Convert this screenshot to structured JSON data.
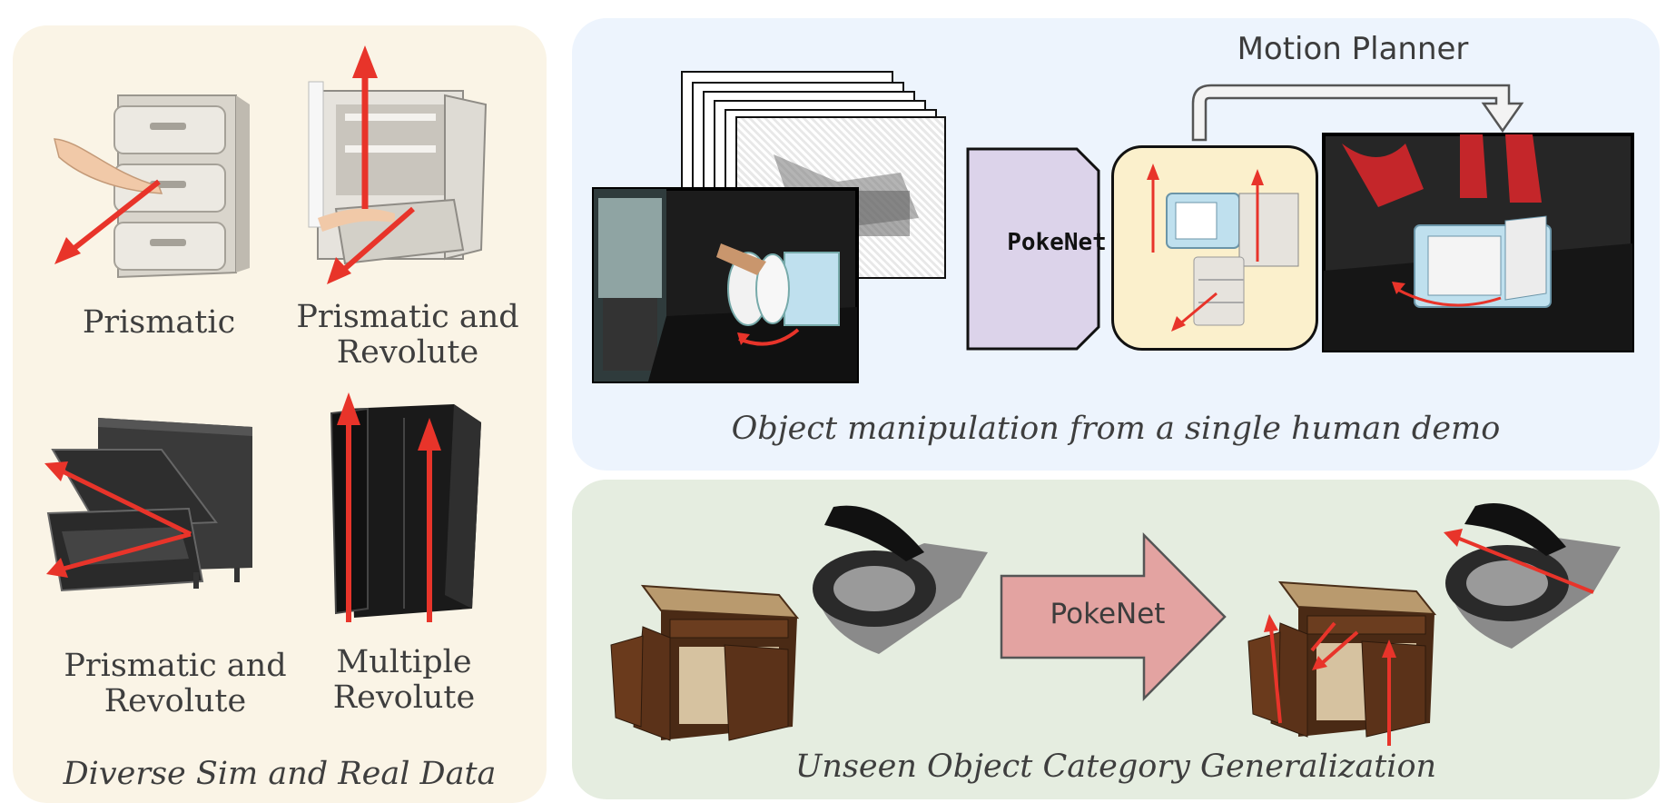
{
  "left_panel": {
    "labels": {
      "prismatic": "Prismatic",
      "prismatic_revolute_1": "Prismatic and Revolute",
      "prismatic_revolute_2": "Prismatic and Revolute",
      "multiple_revolute": "Multiple Revolute"
    },
    "caption": "Diverse Sim and Real Data"
  },
  "top_panel": {
    "motion_planner_label": "Motion Planner",
    "pokenet_label": "PokeNet",
    "caption": "Object manipulation from a single human demo"
  },
  "bottom_panel": {
    "pokenet_label": "PokeNet",
    "caption": "Unseen Object Category Generalization"
  },
  "colors": {
    "left_bg": "#faf4e6",
    "top_bg": "#edf4fd",
    "bottom_bg": "#e5ede0",
    "arrow_red": "#e8342a",
    "pokenet_block": "#dcd3ea",
    "pokenet_arrow": "#e3a3a1",
    "prediction_card": "#fbf0cc"
  }
}
